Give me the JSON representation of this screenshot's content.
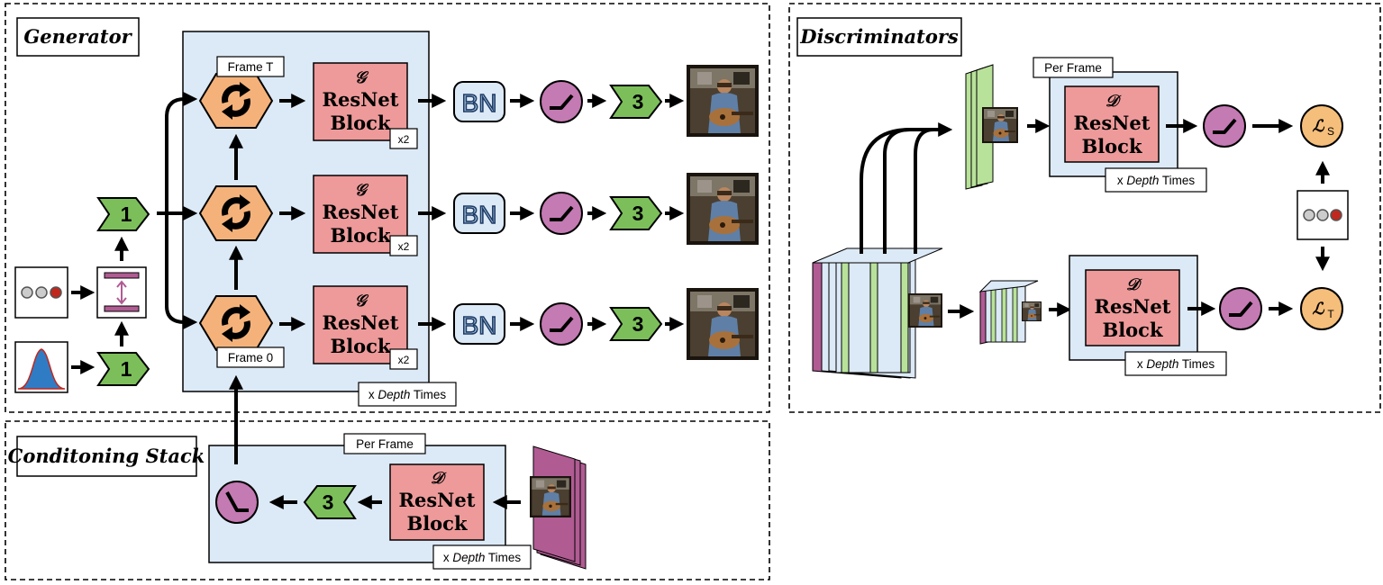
{
  "panels": {
    "generator": "Generator",
    "conditioning": "Conditoning Stack",
    "discriminators": "Discriminators"
  },
  "frame_labels": {
    "top": "Frame T",
    "bottom": "Frame 0"
  },
  "block": {
    "g_symbol": "𝒢",
    "d_symbol": "𝒟",
    "line1": "ResNet",
    "line2": "Block",
    "repeat": "x2"
  },
  "depth": {
    "prefix": "x ",
    "word": "Depth",
    "suffix": " Times"
  },
  "per_frame": "Per Frame",
  "bn": "BN",
  "conv_numbers": {
    "one": "1",
    "three": "3"
  },
  "losses": {
    "spatial": "ℒ",
    "spatial_sub": "S",
    "temporal": "ℒ",
    "temporal_sub": "T"
  },
  "colors": {
    "block_bg": "#dce9f6",
    "resnet": "#ee9a9a",
    "conv_green": "#7cbf5a",
    "gru_orange": "#f4b27a",
    "relu_purple": "#c47ab2",
    "loss_orange": "#f5be7a",
    "frame_green": "#b8e29a",
    "frame_purple": "#b15b93",
    "dist_blue": "#2f7cc5"
  },
  "icons": [
    "gru-cycle-icon",
    "relu-icon",
    "gaussian-icon",
    "noise-dots-icon",
    "split-icon",
    "video-frame-icon"
  ]
}
